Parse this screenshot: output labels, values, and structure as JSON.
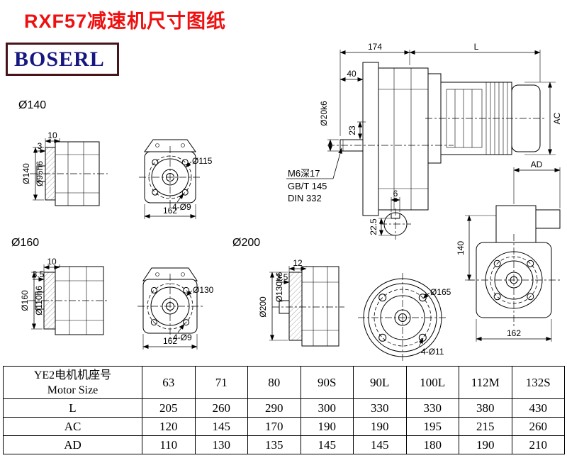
{
  "page": {
    "title": "RXF57减速机尺寸图纸",
    "brand": "BOSERL"
  },
  "views": {
    "flange140": {
      "label": "Ø140",
      "dim_thickness": "10",
      "dim_step": "3",
      "dim_od": "Ø140",
      "dim_pilot": "Ø95h6",
      "dim_bolt_circle": "Ø115",
      "dim_holes": "4-Ø9",
      "dim_width": "162"
    },
    "flange160": {
      "label": "Ø160",
      "dim_thickness": "10",
      "dim_step": "3.5",
      "dim_od": "Ø160",
      "dim_pilot": "Ø110h6",
      "dim_bolt_circle": "Ø130",
      "dim_holes": "4-Ø9",
      "dim_width": "162"
    },
    "flange200": {
      "label": "Ø200",
      "dim_thickness": "12",
      "dim_step": "3.5",
      "dim_od": "Ø200",
      "dim_pilot": "Ø130h6",
      "dim_bolt_circle": "Ø165",
      "dim_holes": "4-Ø11"
    },
    "main": {
      "dim_174": "174",
      "dim_L": "L",
      "dim_40": "40",
      "dim_shaft": "Ø20k6",
      "dim_offset": "23",
      "note_tap": "M6深17",
      "note_std1": "GB/T 145",
      "note_std2": "DIN 332",
      "dim_key_width": "6",
      "dim_key_depth": "22.5",
      "dim_AC": "AC",
      "dim_AD": "AD",
      "dim_height": "140",
      "dim_width": "162"
    }
  },
  "table": {
    "header_cn": "YE2电机机座号",
    "header_en": "Motor Size",
    "sizes": [
      "63",
      "71",
      "80",
      "90S",
      "90L",
      "100L",
      "112M",
      "132S"
    ],
    "rows": [
      {
        "label": "L",
        "values": [
          "205",
          "260",
          "290",
          "300",
          "330",
          "330",
          "380",
          "430"
        ]
      },
      {
        "label": "AC",
        "values": [
          "120",
          "145",
          "170",
          "190",
          "190",
          "195",
          "215",
          "260"
        ]
      },
      {
        "label": "AD",
        "values": [
          "110",
          "130",
          "135",
          "145",
          "145",
          "180",
          "190",
          "210"
        ]
      }
    ]
  }
}
